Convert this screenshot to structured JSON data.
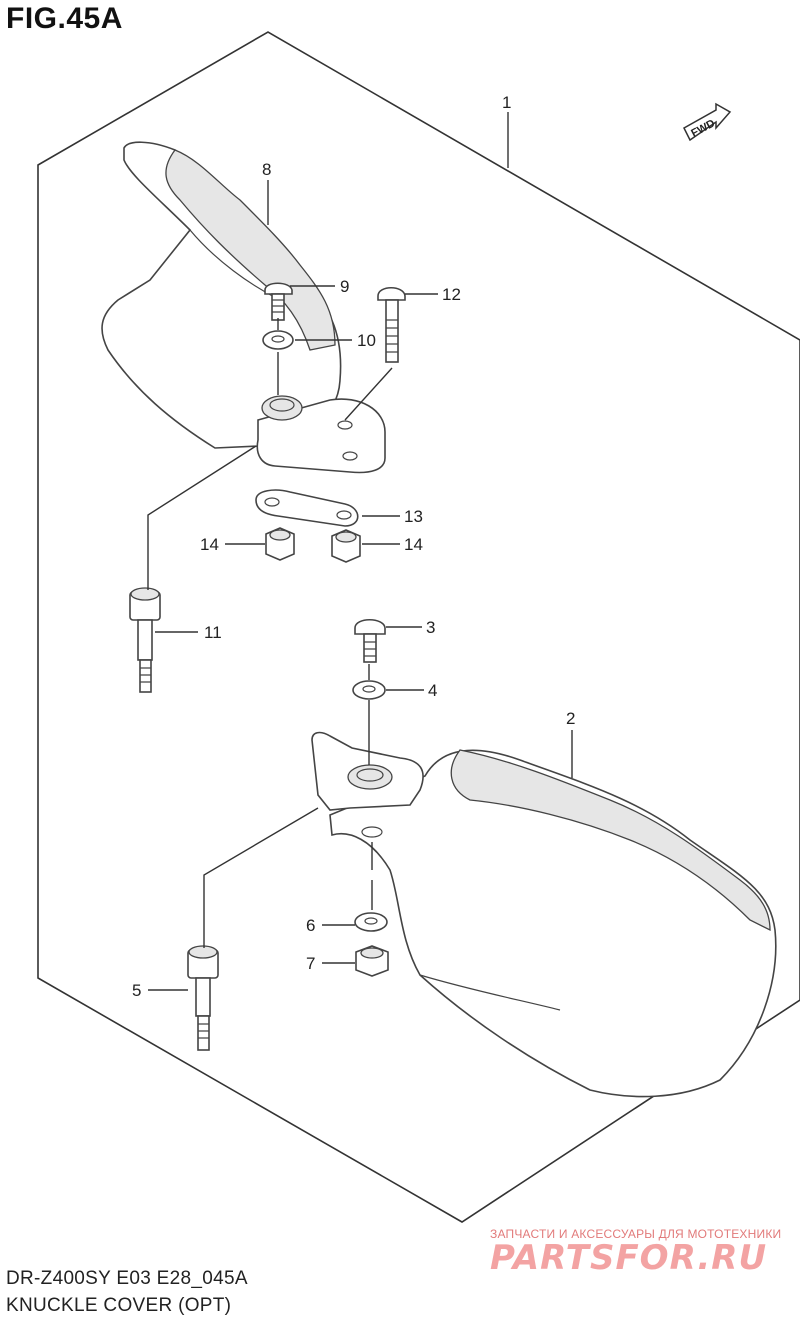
{
  "figure": {
    "title": "FIG.45A",
    "fwd_label": "FWD"
  },
  "callouts": [
    {
      "id": "1",
      "label": "1"
    },
    {
      "id": "2",
      "label": "2"
    },
    {
      "id": "3",
      "label": "3"
    },
    {
      "id": "4",
      "label": "4"
    },
    {
      "id": "5",
      "label": "5"
    },
    {
      "id": "6",
      "label": "6"
    },
    {
      "id": "7",
      "label": "7"
    },
    {
      "id": "8",
      "label": "8"
    },
    {
      "id": "9",
      "label": "9"
    },
    {
      "id": "10",
      "label": "10"
    },
    {
      "id": "11",
      "label": "11"
    },
    {
      "id": "12",
      "label": "12"
    },
    {
      "id": "13",
      "label": "13"
    },
    {
      "id": "14a",
      "label": "14"
    },
    {
      "id": "14b",
      "label": "14"
    }
  ],
  "footer": {
    "model_code": "DR-Z400SY E03 E28_045A",
    "diagram_name": "KNUCKLE COVER (OPT)"
  },
  "watermark": {
    "tagline": "ЗАПЧАСТИ И АКСЕССУАРЫ ДЛЯ МОТОТЕХНИКИ",
    "logo": "PARTSFOR.RU"
  }
}
